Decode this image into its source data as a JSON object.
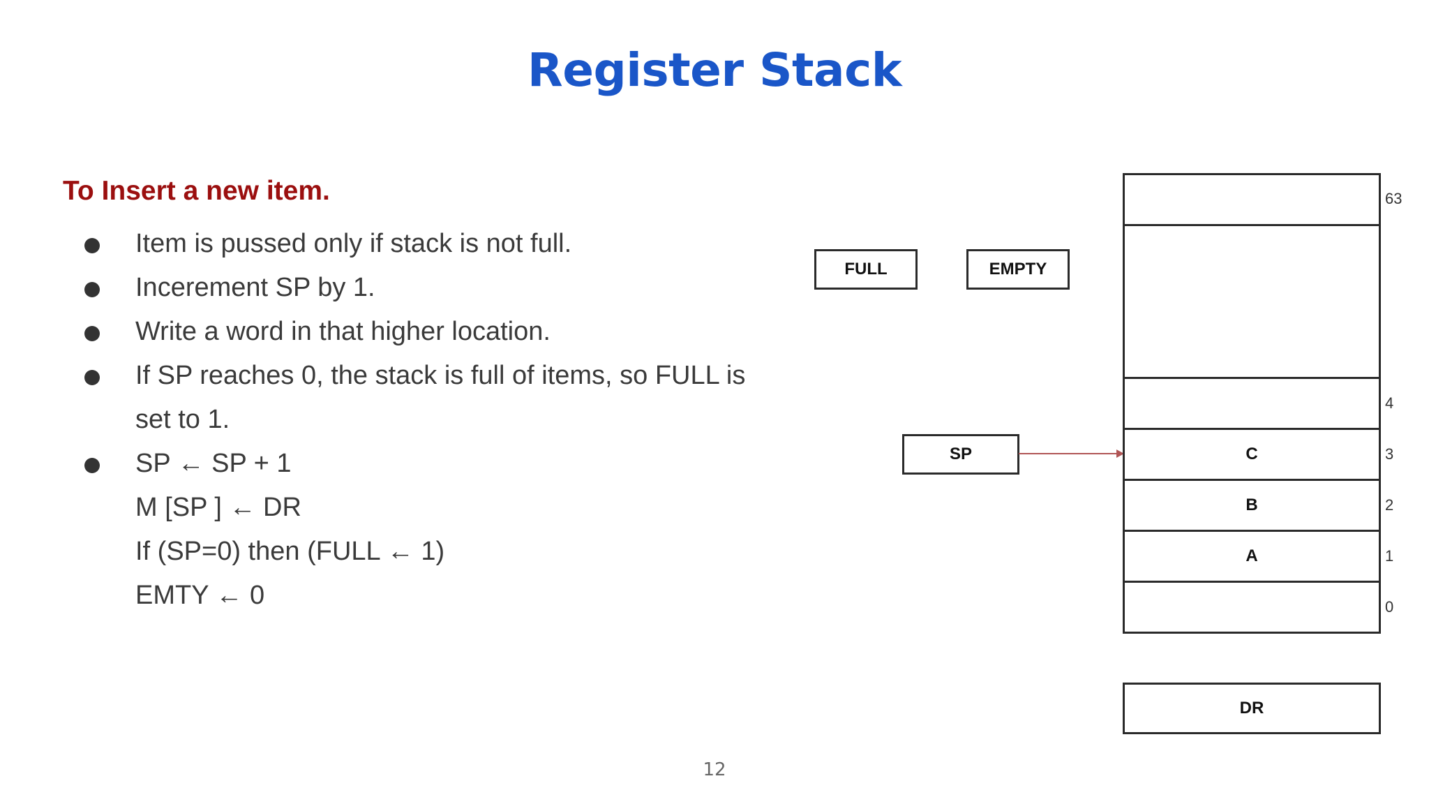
{
  "slide": {
    "title": "Register Stack",
    "subtitle": "To Insert a new item.",
    "page_number": "12"
  },
  "bullets": [
    {
      "text": "Item is pussed only if stack is not full.",
      "bullet": true
    },
    {
      "text": "Incerement SP by 1.",
      "bullet": true
    },
    {
      "text": "Write a word in that higher location.",
      "bullet": true
    },
    {
      "text": " If SP reaches 0, the stack is full of items, so FULL is",
      "bullet": true
    },
    {
      "text": "set to 1.",
      "bullet": false
    },
    {
      "text": "SP ← SP + 1",
      "bullet": true
    },
    {
      "text": "M [SP ] ← DR",
      "bullet": false
    },
    {
      "text": "If (SP=0) then (FULL ← 1)",
      "bullet": false
    },
    {
      "text": "EMTY ← 0",
      "bullet": false
    }
  ],
  "diagram": {
    "flags": {
      "full_label": "FULL",
      "empty_label": "EMPTY"
    },
    "sp_label": "SP",
    "dr_label": "DR",
    "stack_cells": [
      "",
      "",
      "",
      "C",
      "B",
      "A",
      ""
    ],
    "indices": [
      "63",
      "4",
      "3",
      "2",
      "1",
      "0"
    ],
    "arrow_color": "#b05555",
    "box_border_color": "#2a2a2a"
  },
  "colors": {
    "title": "#1a56c8",
    "subtitle": "#9b0f0f",
    "body_text": "#3a3a3a"
  }
}
